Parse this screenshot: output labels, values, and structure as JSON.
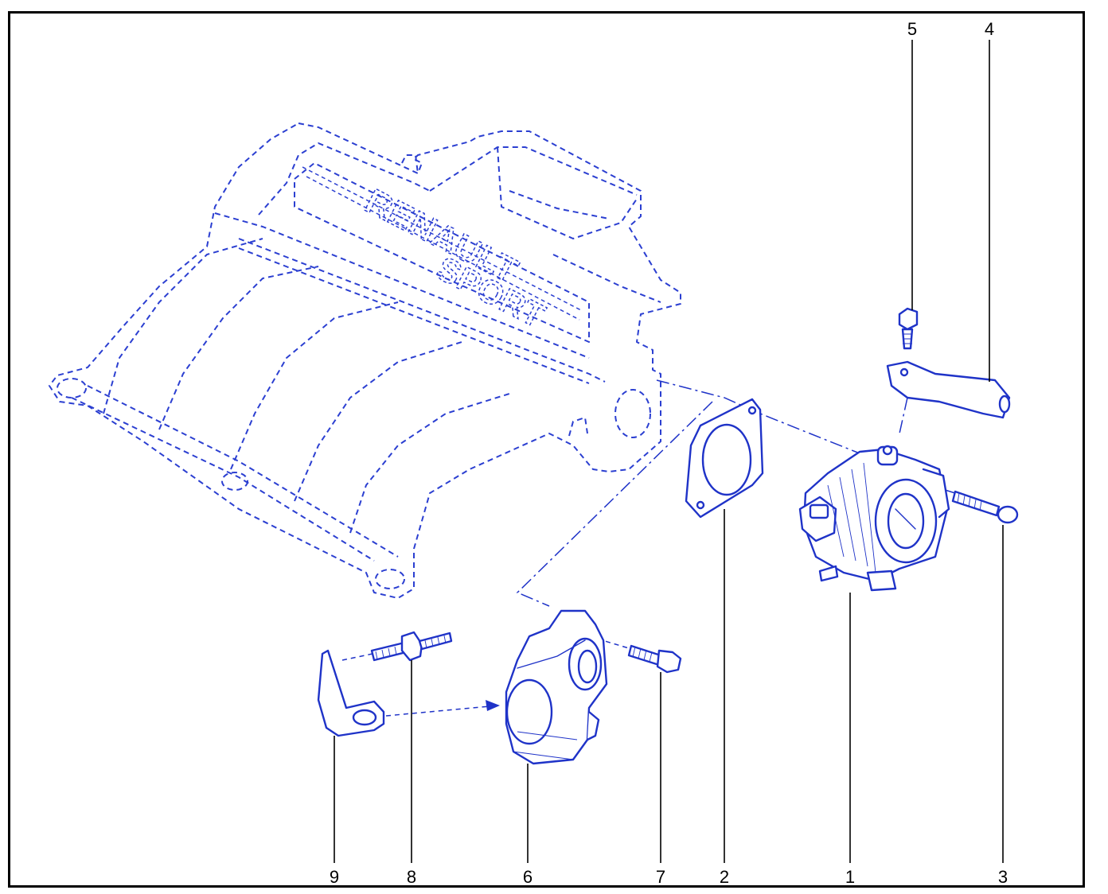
{
  "diagram": {
    "colors": {
      "line": "#1f33c8",
      "ghost": "#2b3fd1",
      "frame": "#000000"
    },
    "manifold_lettering": [
      "RENAULT",
      "SPORT"
    ],
    "callouts": [
      {
        "id": "1",
        "label": "1"
      },
      {
        "id": "2",
        "label": "2"
      },
      {
        "id": "3",
        "label": "3"
      },
      {
        "id": "4",
        "label": "4"
      },
      {
        "id": "5",
        "label": "5"
      },
      {
        "id": "6",
        "label": "6"
      },
      {
        "id": "7",
        "label": "7"
      },
      {
        "id": "8",
        "label": "8"
      },
      {
        "id": "9",
        "label": "9"
      }
    ]
  }
}
